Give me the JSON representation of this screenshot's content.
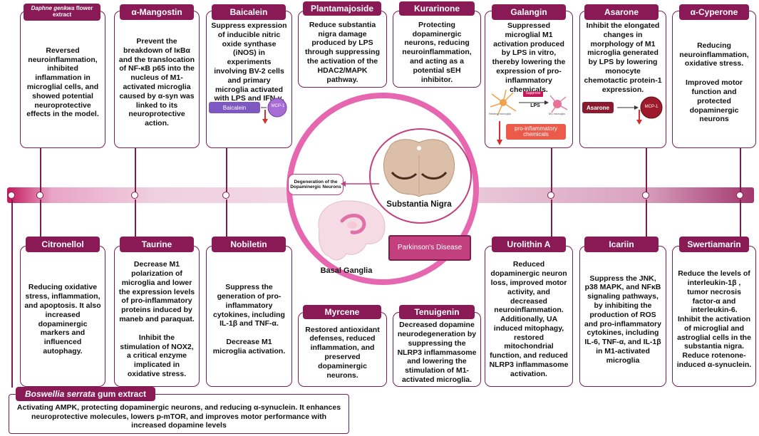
{
  "colors": {
    "accent": "#8a1a55",
    "border": "#7b1e4e",
    "ring": "#e667b0",
    "pd_box": "#c2407e"
  },
  "top_cards": [
    {
      "tag_italic": "Daphne genkwa",
      "tag_rest": " flower extract",
      "desc": "Reversed neuroinflammation, inhibited inflammation in microglial cells, and showed potential neuroprotective effects in the model."
    },
    {
      "tag": "α-Mangostin",
      "desc": "Prevent the breakdown of IκBα and the translocation of NF-κB p65 into the nucleus of M1-activated microglia caused by α-syn was linked to its neuroprotective action."
    },
    {
      "tag": "Baicalein",
      "desc": "Suppress expression of inducible nitric oxide synthase (iNOS) in experiments involving BV-2 cells and primary microglia activated with LPS and IFN-γ.",
      "fig_left": "Baicalein",
      "fig_right": "MCP-1"
    },
    {
      "tag": "Plantamajoside",
      "desc": "Reduce substantia nigra damage produced by LPS through suppressing the activation of the HDAC2/MAPK pathway."
    },
    {
      "tag": "Kurarinone",
      "desc": "Protecting dopaminergic neurons, reducing neuroinflammation, and acting as a potential sEH inhibitor."
    },
    {
      "tag": "Galangin",
      "desc": "Suppressed microglial M1 activation produced by LPS in vitro, thereby lowering the expression of pro-inflammatory chemicals.",
      "fig_suppress": "Suppress",
      "fig_lps": "LPS",
      "fig_resting": "Resting microglia",
      "fig_m1": "M1 microglia",
      "fig_box": "pro-inflammatory chemicals"
    },
    {
      "tag": "Asarone",
      "desc": "Inhibit the elongated changes in morphology of M1 microglia generated by LPS by lowering monocyte chemotactic protein-1  expression.",
      "fig_left": "Asarone",
      "fig_right": "MCP-1"
    },
    {
      "tag": "α-Cyperone",
      "desc1": "Reducing neuroinflammation, oxidative stress.",
      "desc2": "Improved motor function and protected dopaminergic neurons"
    }
  ],
  "bottom_cards": [
    {
      "tag": "Citronellol",
      "desc": "Reducing oxidative stress, inflammation, and  apoptosis. It also increased dopaminergic markers and influenced autophagy."
    },
    {
      "tag": "Taurine",
      "desc1": "Decrease M1 polarization of microglia and lower the expression levels of pro-inflammatory proteins induced by maneb and paraquat.",
      "desc2": "Inhibit the stimulation of NOX2, a critical enzyme implicated in oxidative stress."
    },
    {
      "tag": "Nobiletin",
      "desc1": "Suppress the generation of pro-inflammatory cytokines, including IL-1β and TNF-α.",
      "desc2": "Decrease M1 microglia activation."
    },
    {
      "tag": "Myrcene",
      "desc": "Restored antioxidant defenses, reduced inflammation, and preserved dopaminergic neurons."
    },
    {
      "tag": "Tenuigenin",
      "desc": "Decreased dopamine neurodegeneration by suppressing the NLRP3 inflammasome and lowering the stimulation of M1-activated microglia."
    },
    {
      "tag": "Urolithin A",
      "desc": "Reduced dopaminergic neuron loss, improved motor  activity, and decreased neuroinflammation. Additionally, UA induced mitophagy, restored mitochondrial function, and reduced NLRP3 inflammasome activation."
    },
    {
      "tag": "Icariin",
      "desc": "Suppress the JNK, p38 MAPK, and NFκB signaling pathways, by inhibiting the production of ROS and pro-inflammatory cytokines, including IL-6, TNF-α, and IL-1β in M1-activated microglia"
    },
    {
      "tag": "Swertiamarin",
      "desc1": "Reduce the levels of interleukin-1β , tumor necrosis factor-α  and interleukin-6.",
      "desc2": "Inhibit the activation of microglial and astroglial cells in the substantia nigra.",
      "desc3": "Reduce rotenone-induced α-synuclein."
    }
  ],
  "boswellia": {
    "tag_italic": "Boswellia serrata",
    "tag_rest": " gum extract",
    "desc": "Activating AMPK, protecting dopaminergic neurons, and reducing α-synuclein. It enhances neuroprotective molecules, lowers p-mTOR, and improves motor performance with  increased dopamine levels"
  },
  "center": {
    "substantia": "Substantia Nigra",
    "degeneration": "Degeneration of the Dopaminergic Neurons",
    "basal": "Basal Ganglia",
    "pd": "Parkinson's Disease"
  }
}
